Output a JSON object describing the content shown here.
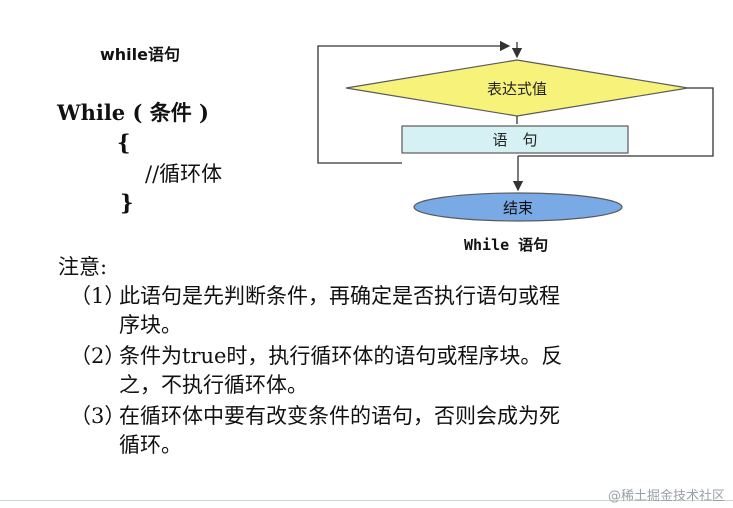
{
  "title_small": "while语句",
  "code": {
    "line1": "While ( 条件 )",
    "line2": "{",
    "line3": "//循环体",
    "line4": "}"
  },
  "flowchart": {
    "condition_label": "表达式值",
    "statement_label": "语　句",
    "end_label": "结束",
    "caption": "While 语句",
    "colors": {
      "condition_fill": "#f7f27a",
      "statement_fill": "#d5f1f4",
      "end_fill": "#7aaae6",
      "stroke": "#5a5a5a"
    }
  },
  "notes": {
    "title": "注意:",
    "items": [
      {
        "num": "（1）",
        "line1": "此语句是先判断条件，再确定是否执行语句或程",
        "line2": "序块。"
      },
      {
        "num": "（2）",
        "line1": "条件为true时，执行循环体的语句或程序块。反",
        "line2": "之，不执行循环体。"
      },
      {
        "num": "（3）",
        "line1": "在循环体中要有改变条件的语句，否则会成为死",
        "line2": "循环。"
      }
    ]
  },
  "watermark": "@稀土掘金技术社区"
}
